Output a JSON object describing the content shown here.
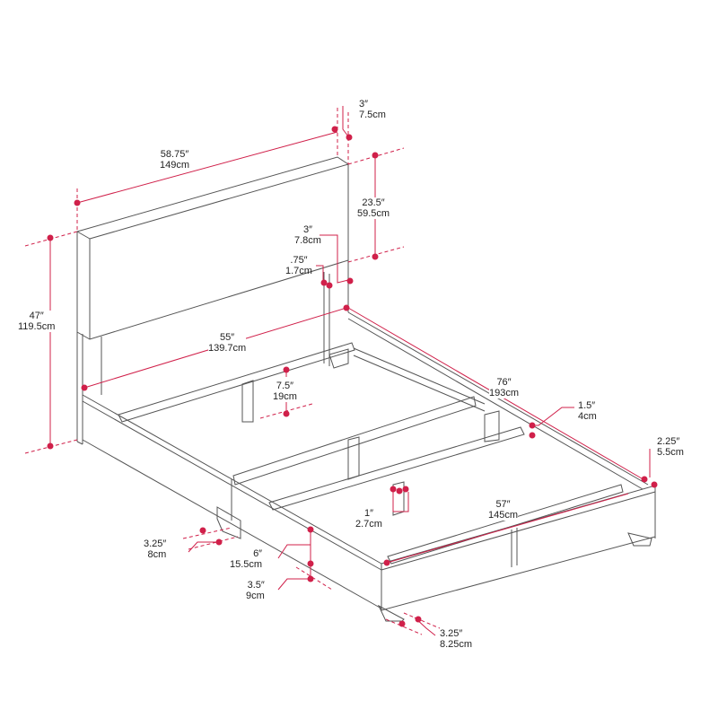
{
  "diagram": {
    "subject": "Bed frame dimension drawing",
    "accent_color": "#d0204a",
    "line_color": "#555555",
    "dimensions": {
      "headboard_width": {
        "in": "58.75″",
        "cm": "149cm"
      },
      "headboard_depth": {
        "in": "3″",
        "cm": "7.5cm"
      },
      "headboard_panel_height": {
        "in": "23.5″",
        "cm": "59.5cm"
      },
      "total_height": {
        "in": "47″",
        "cm": "119.5cm"
      },
      "post_width": {
        "in": "3″",
        "cm": "7.8cm"
      },
      "post_gap": {
        "in": ".75″",
        "cm": "1.7cm"
      },
      "inner_width": {
        "in": "55″",
        "cm": "139.7cm"
      },
      "slat_clearance": {
        "in": "7.5″",
        "cm": "19cm"
      },
      "length": {
        "in": "76″",
        "cm": "193cm"
      },
      "rail_ledge": {
        "in": "1.5″",
        "cm": "4cm"
      },
      "footboard_depth": {
        "in": "2.25″",
        "cm": "5.5cm"
      },
      "support_leg": {
        "in": "1″",
        "cm": "2.7cm"
      },
      "footboard_inner_width": {
        "in": "57″",
        "cm": "145cm"
      },
      "side_leg": {
        "in": "3.25″",
        "cm": "8cm"
      },
      "rail_height": {
        "in": "6″",
        "cm": "15.5cm"
      },
      "leg_height": {
        "in": "3.5″",
        "cm": "9cm"
      },
      "foot_leg": {
        "in": "3.25″",
        "cm": "8.25cm"
      }
    }
  }
}
